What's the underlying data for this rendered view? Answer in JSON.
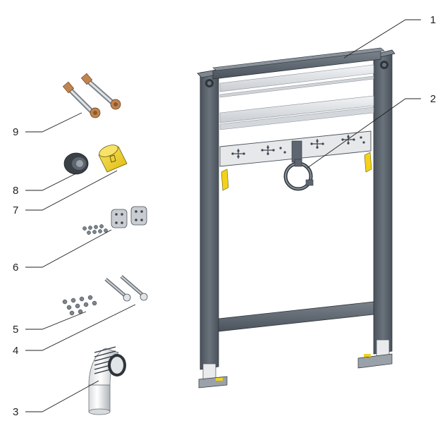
{
  "callouts": [
    {
      "id": "1",
      "label": "1"
    },
    {
      "id": "2",
      "label": "2"
    },
    {
      "id": "3",
      "label": "3"
    },
    {
      "id": "4",
      "label": "4"
    },
    {
      "id": "5",
      "label": "5"
    },
    {
      "id": "6",
      "label": "6"
    },
    {
      "id": "7",
      "label": "7"
    },
    {
      "id": "8",
      "label": "8"
    },
    {
      "id": "9",
      "label": "9"
    }
  ],
  "colors": {
    "frame": "#5d6670",
    "frame_dark": "#3d444c",
    "frame_light": "#7a838c",
    "rail": "#dfe3e7",
    "plate": "#e6e8ea",
    "yellow": "#f2d21b",
    "copper": "#c0844f",
    "steel": "#b9bec3",
    "seal": "#3a4046"
  }
}
